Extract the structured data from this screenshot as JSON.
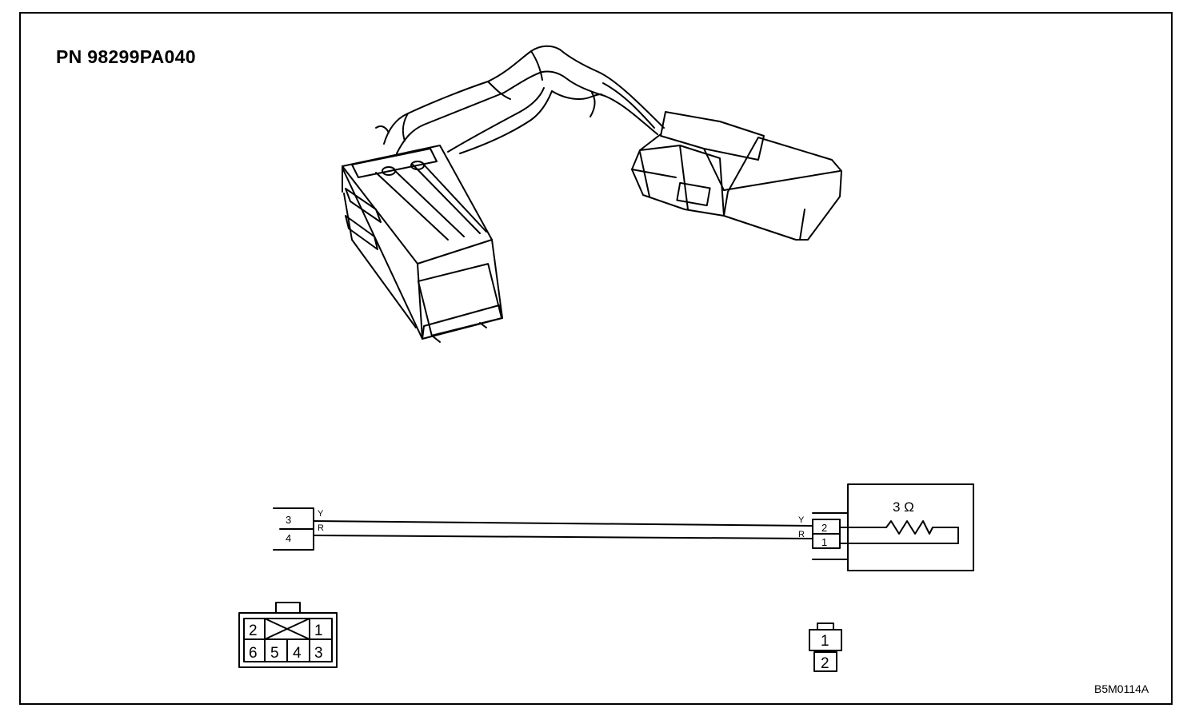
{
  "header": {
    "part_number": "PN 98299PA040"
  },
  "footer": {
    "figure_code": "B5M0114A"
  },
  "schematic": {
    "left_connector_pins": [
      "3",
      "4"
    ],
    "left_wire_colors": [
      "Y",
      "R"
    ],
    "right_wire_colors": [
      "Y",
      "R"
    ],
    "right_connector_pins": [
      "2",
      "1"
    ],
    "resistor_label": "3 Ω"
  },
  "connector_faces": {
    "six_pin": {
      "top_row": [
        "2",
        "1"
      ],
      "bottom_row": [
        "6",
        "5",
        "4",
        "3"
      ]
    },
    "two_pin": [
      "1",
      "2"
    ]
  },
  "colors": {
    "ink": "#000000",
    "paper": "#ffffff"
  }
}
